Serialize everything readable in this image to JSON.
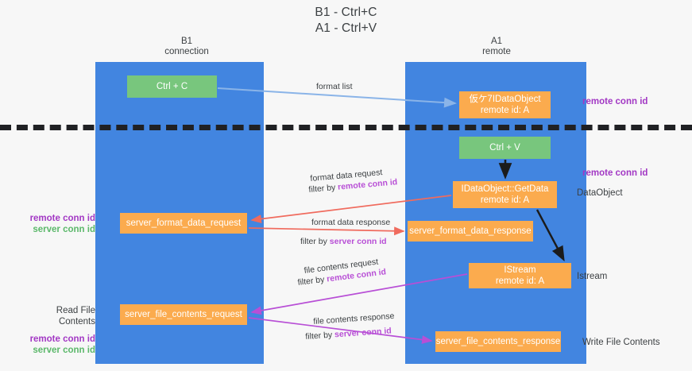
{
  "title": {
    "line1": "B1 - Ctrl+C",
    "line2": "A1 - Ctrl+V"
  },
  "columns": [
    {
      "id": "b1",
      "name": "B1",
      "role": "connection"
    },
    {
      "id": "a1",
      "name": "A1",
      "role": "remote"
    }
  ],
  "boxes": {
    "ctrl_c": {
      "label": "Ctrl + C",
      "color": "#78c67d",
      "lane": "b1"
    },
    "dataobject": {
      "label": "仮ケ7IDataObject",
      "sub": "remote id: A",
      "color": "#fbab4e",
      "lane": "a1"
    },
    "ctrl_v": {
      "label": "Ctrl + V",
      "color": "#78c67d",
      "lane": "a1"
    },
    "getdata": {
      "label": "IDataObject::GetData",
      "sub": "remote id: A",
      "color": "#fbab4e",
      "lane": "a1"
    },
    "server_format_data_request": {
      "label": "server_format_data_request",
      "color": "#fbab4e",
      "lane": "b1"
    },
    "server_format_data_response": {
      "label": "server_format_data_response",
      "color": "#fbab4e",
      "lane": "a1"
    },
    "istream": {
      "label": "IStream",
      "sub": "remote id: A",
      "color": "#fbab4e",
      "lane": "a1"
    },
    "server_file_contents_request": {
      "label": "server_file_contents_request",
      "color": "#fbab4e",
      "lane": "b1"
    },
    "server_file_contents_response": {
      "label": "server_file_contents_response",
      "color": "#fbab4e",
      "lane": "a1"
    }
  },
  "flows": [
    {
      "id": "format_list",
      "label": "format list",
      "filter": "",
      "filter_prefix": "",
      "color": "#8ab4e8"
    },
    {
      "id": "format_data_request",
      "label": "format data request",
      "filter": "remote conn id",
      "filter_prefix": "filter by ",
      "color": "#f06b5e"
    },
    {
      "id": "format_data_response",
      "label": "format data response",
      "filter": "server conn id",
      "filter_prefix": "filter by ",
      "color": "#f06b5e"
    },
    {
      "id": "file_contents_request",
      "label": "file contents request",
      "filter": "remote conn id",
      "filter_prefix": "filter by ",
      "color": "#b84fd6"
    },
    {
      "id": "file_contents_response",
      "label": "file contents response",
      "filter": "server conn id",
      "filter_prefix": "filter by ",
      "color": "#b84fd6"
    }
  ],
  "annotations": {
    "right": [
      {
        "id": "r1",
        "text": "remote conn id",
        "style": "purple"
      },
      {
        "id": "r2",
        "text": "remote conn id",
        "style": "purple"
      },
      {
        "id": "r3",
        "text": "DataObject",
        "style": "plain"
      },
      {
        "id": "r4",
        "text": "Istream",
        "style": "plain"
      },
      {
        "id": "r5",
        "text": "Write File Contents",
        "style": "plain"
      }
    ],
    "left": [
      {
        "id": "l1a",
        "text": "remote conn id",
        "style": "purple"
      },
      {
        "id": "l1b",
        "text": "server conn id",
        "style": "green"
      },
      {
        "id": "l2title",
        "text": "Read File Contents",
        "style": "plain"
      },
      {
        "id": "l2a",
        "text": "remote conn id",
        "style": "purple"
      },
      {
        "id": "l2b",
        "text": "server conn id",
        "style": "green"
      }
    ]
  },
  "colors": {
    "lane": "#4285e0",
    "green_box": "#78c67d",
    "orange_box": "#fbab4e",
    "divider": "#202124",
    "background": "#f7f7f7",
    "purple_text": "#a238c4",
    "green_text": "#5bb86a",
    "red_arrow": "#f06b5e",
    "blue_arrow": "#8ab4e8",
    "magenta_arrow": "#b84fd6"
  }
}
